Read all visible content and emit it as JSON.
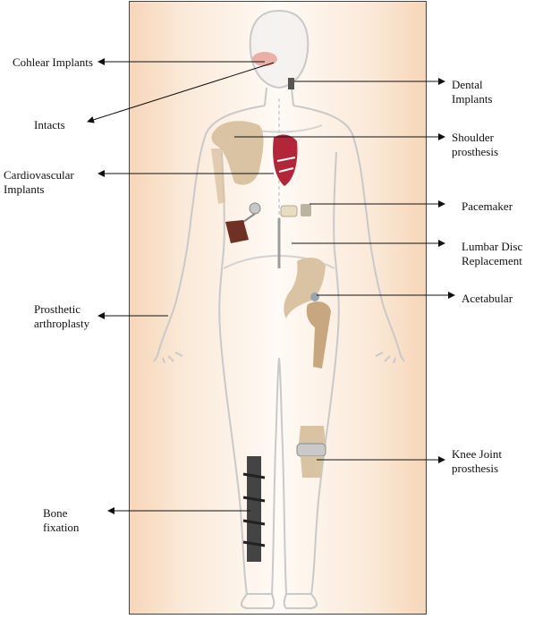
{
  "labels": {
    "cochlear": "Cohlear Implants",
    "intacts": "Intacts",
    "cardiovascular": "Cardiovascular Implants",
    "prosthetic_arthroplasty": "Prosthetic arthroplasty",
    "bone_fixation": "Bone fixation",
    "dental": "Dental Implants",
    "shoulder": "Shoulder prosthesis",
    "pacemaker": "Pacemaker",
    "lumbar_disc": "Lumbar Disc Replacement",
    "acetabular": "Acetabular",
    "knee": "Knee Joint prosthesis"
  },
  "colors": {
    "panel_edge": "#f6d6b8",
    "bone": "#d9c3a2",
    "heart": "#b3263a",
    "rod": "#444444",
    "body_outline": "#c9c9c9"
  },
  "icons": {
    "figure": "human-body-outline-icon"
  }
}
